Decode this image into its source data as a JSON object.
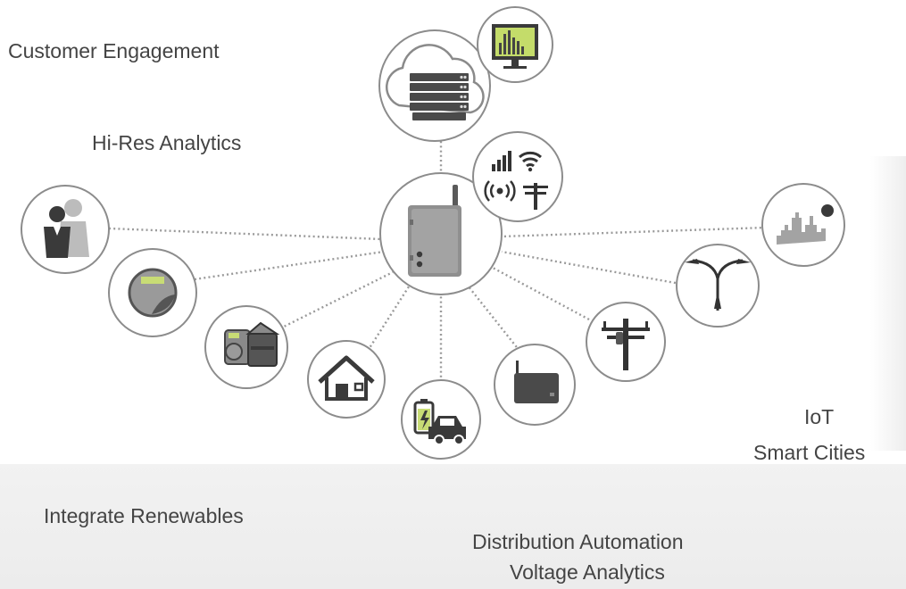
{
  "labels": {
    "customer_engagement": "Customer Engagement",
    "hi_res_analytics": "Hi-Res Analytics",
    "iot": "IoT",
    "smart_cities": "Smart Cities",
    "integrate_renewables": "Integrate Renewables",
    "distribution_automation": "Distribution Automation",
    "voltage_analytics": "Voltage Analytics"
  },
  "colors": {
    "line": "#9a9a9a",
    "circle_stroke": "#8c8c8c",
    "icon_dark": "#3a3a3a",
    "icon_mid": "#8a8a8a",
    "accent_green": "#b6d356",
    "label_text": "#444444"
  },
  "icons": {
    "hub": "gateway-device-icon",
    "cloud": "cloud-server-icon",
    "monitor": "analytics-monitor-icon",
    "comms": "wireless-signal-icon",
    "people": "customers-icon",
    "meter": "electric-meter-icon",
    "gas_meter": "gas-meter-icon",
    "house": "house-icon",
    "ev": "electric-vehicle-icon",
    "router": "router-box-icon",
    "pole": "utility-pole-icon",
    "streetlight": "streetlight-icon",
    "city": "city-skyline-icon"
  }
}
